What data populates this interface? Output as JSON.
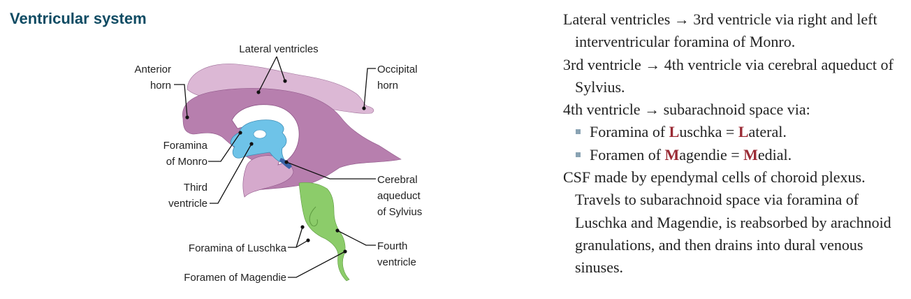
{
  "title": "Ventricular system",
  "labels": {
    "anterior_horn": [
      "Anterior",
      "horn"
    ],
    "lateral_ventricles": "Lateral ventricles",
    "occipital_horn": [
      "Occipital",
      "horn"
    ],
    "foramina_monro": [
      "Foramina",
      "of Monro"
    ],
    "third_ventricle": [
      "Third",
      "ventricle"
    ],
    "cerebral_aqueduct": [
      "Cerebral",
      "aqueduct",
      "of Sylvius"
    ],
    "foramina_luschka": "Foramina of Luschka",
    "fourth_ventricle": [
      "Fourth",
      "ventricle"
    ],
    "foramen_magendie": "Foramen of Magendie"
  },
  "colors": {
    "title": "#0f4b63",
    "lateral_ventricle_light": "#dcb8d5",
    "lateral_ventricle_dark": "#b77fae",
    "third_ventricle": "#6ec3e8",
    "aqueduct": "#3a63a8",
    "fourth_ventricle": "#8ccc6a",
    "highlight": "#9a2a34"
  },
  "notes": {
    "p1": "Lateral ventricles → 3rd ventricle via right and left interventricular foramina of Monro.",
    "p2": "3rd ventricle → 4th ventricle via cerebral aqueduct of Sylvius.",
    "p3": "4th ventricle → subarachnoid space via:",
    "b1": {
      "pre": "Foramina of ",
      "h1": "L",
      "mid": "uschka = ",
      "h2": "L",
      "post": "ateral."
    },
    "b2": {
      "pre": "Foramen of ",
      "h1": "M",
      "mid": "agendie = ",
      "h2": "M",
      "post": "edial."
    },
    "p4": "CSF made by ependymal cells of choroid plexus. Travels to subarachnoid space via foramina of Luschka and Magendie, is reabsorbed by arachnoid granulations, and then drains into dural venous sinuses."
  }
}
